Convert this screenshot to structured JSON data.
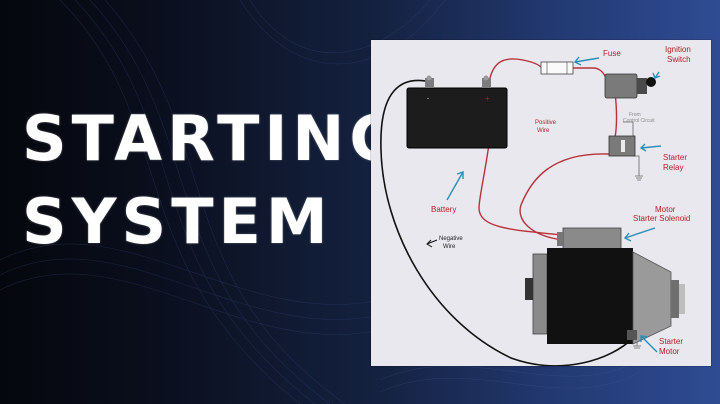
{
  "title": {
    "line1": "STARTING",
    "line2": "SYSTEM"
  },
  "diagram": {
    "labels": {
      "fuse": "Fuse",
      "ignition_switch_1": "Ignition",
      "ignition_switch_2": "Switch",
      "positive_wire_1": "Positive",
      "positive_wire_2": "Wire",
      "from_control_1": "From",
      "from_control_2": "Control Circuit",
      "starter_relay_1": "Starter",
      "starter_relay_2": "Relay",
      "battery": "Battery",
      "motor_solenoid_1": "Motor",
      "motor_solenoid_2": "Starter Solenoid",
      "negative_wire_1": "Negative",
      "negative_wire_2": "Wire",
      "starter_motor_1": "Starter",
      "starter_motor_2": "Motor",
      "battery_minus": "-",
      "battery_plus": "+"
    },
    "colors": {
      "positive_wire": "#b8323c",
      "negative_wire": "#111111",
      "arrow": "#2a8fb8",
      "label": "#b21f2a",
      "component": "#7a7a7a",
      "battery_body": "#1c1c1c"
    }
  }
}
